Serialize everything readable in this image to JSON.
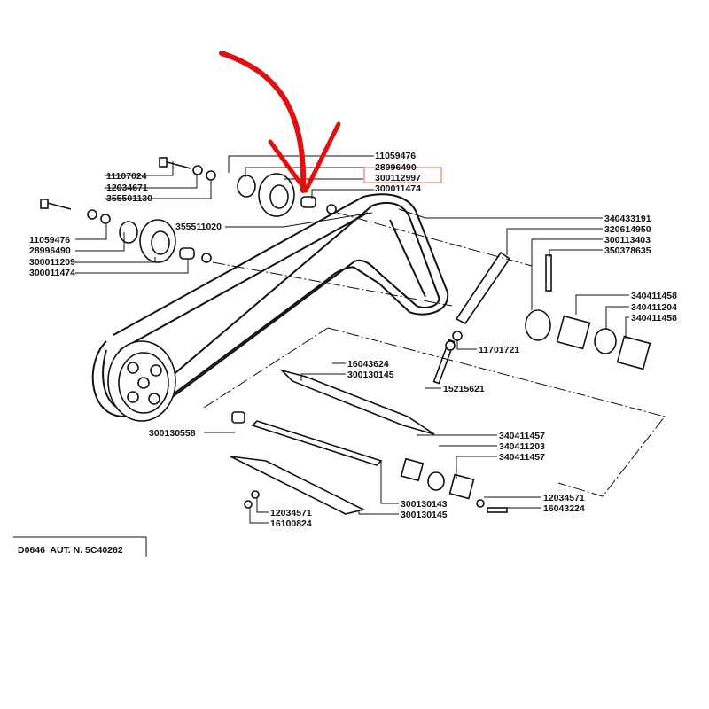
{
  "diagram": {
    "highlighted_part": "300112997",
    "accent_color": "#e01010",
    "footer": "D0646  AUT. N. 5C40262",
    "labels": [
      "11059476",
      "28996490",
      "300112997",
      "300011474",
      "11107024",
      "12034671",
      "355501130",
      "11059476",
      "28996490",
      "300011209",
      "300011474",
      "355511020",
      "340433191",
      "320614950",
      "300113403",
      "350378635",
      "340411458",
      "340411204",
      "340411458",
      "11701721",
      "15215621",
      "16043624",
      "300130145",
      "300130558",
      "340411457",
      "340411203",
      "340411457",
      "12034571",
      "16043224",
      "12034571",
      "16100824",
      "300130143",
      "300130145"
    ]
  }
}
